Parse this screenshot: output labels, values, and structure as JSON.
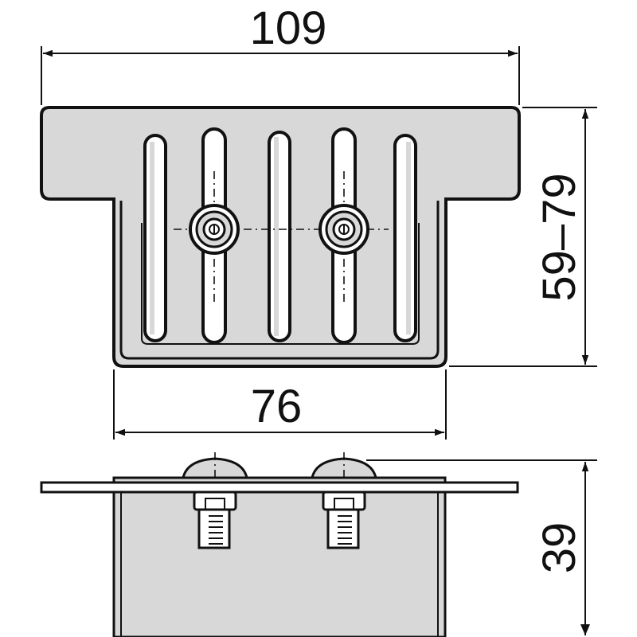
{
  "dimensions": {
    "overall_width": "109",
    "height_range": "59–79",
    "body_width": "76",
    "side_height": "39"
  },
  "colors": {
    "fill": "#d8d8d8",
    "stroke": "#111111",
    "background": "#ffffff"
  }
}
